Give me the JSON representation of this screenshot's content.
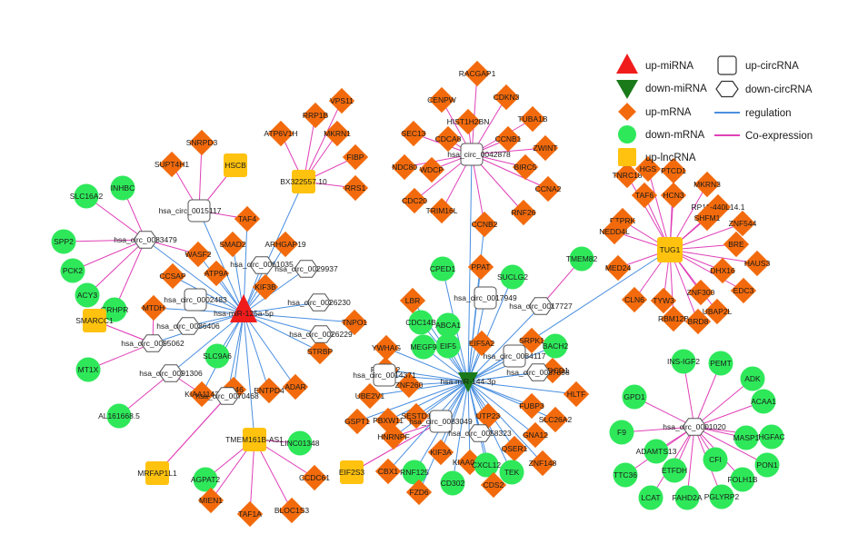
{
  "colors": {
    "regulation": "#4a8fe0",
    "coexpression": "#e040b8",
    "mrna_up": "#f26a0c",
    "mrna_down": "#2ee85a",
    "lnc_up": "#ffc20e",
    "mirna_up": "#f01c1c",
    "mirna_down": "#1a7a1a",
    "circ_stroke": "#555555"
  },
  "legend": {
    "items": [
      {
        "shape": "triangle-up",
        "label": "up-miRNA"
      },
      {
        "shape": "triangle-down",
        "label": "down-miRNA"
      },
      {
        "shape": "diamond",
        "label": "up-mRNA"
      },
      {
        "shape": "circle",
        "label": "down-mRNA"
      },
      {
        "shape": "square-fill",
        "label": "up-lncRNA"
      },
      {
        "shape": "square",
        "label": "up-circRNA"
      },
      {
        "shape": "hexagon",
        "label": "down-circRNA"
      },
      {
        "shape": "line-reg",
        "label": "regulation"
      },
      {
        "shape": "line-coexp",
        "label": "Co-expression"
      }
    ]
  },
  "network": {
    "mirnas": [
      {
        "id": "m125",
        "label": "hsa-miR-125a-5p",
        "type": "up"
      },
      {
        "id": "m144",
        "label": "hsa-miR-144-3p",
        "type": "down"
      }
    ],
    "circrnas": [
      {
        "id": "c0042878",
        "label": "hsa_circ_0042878",
        "type": "up",
        "mirna": "m144",
        "genes": [
          "SEC13",
          "CENPW",
          "RACGAP1",
          "CDKN3",
          "HIST1H2BN",
          "TUBA1B",
          "CCNB1",
          "CDCA8",
          "ZWINT",
          "BIRC5",
          "NDC80",
          "WDCP",
          "CCNA2",
          "CDC20",
          "TRIM16L",
          "RNF26",
          "CCNB2"
        ]
      },
      {
        "id": "c0015117",
        "label": "hsa_circ_0015117",
        "type": "up",
        "mirna": "m125",
        "genes": [
          "SUPT4H1",
          "SNRPD3",
          "HSCB",
          "TAF4"
        ]
      },
      {
        "id": "c0083479",
        "label": "hsa_circ_0083479",
        "type": "down",
        "mirna": "m125",
        "genes": [
          "SLC16A2",
          "INHBC",
          "SPP2",
          "PCK2",
          "ACY3",
          "GRHPR",
          "WASF2"
        ]
      },
      {
        "id": "c0061035",
        "label": "hsa_circ_0061035",
        "type": "down",
        "mirna": "m125",
        "genes": []
      },
      {
        "id": "c0029937",
        "label": "hsa_circ_0029937",
        "type": "down",
        "mirna": "m125",
        "genes": []
      },
      {
        "id": "c0026230",
        "label": "hsa_circ_0026230",
        "type": "down",
        "mirna": "m125",
        "genes": []
      },
      {
        "id": "c0026229",
        "label": "hsa_circ_0026229",
        "type": "down",
        "mirna": "m125",
        "genes": []
      },
      {
        "id": "c0002483",
        "label": "hsa_circ_0002483",
        "type": "up",
        "mirna": "m125",
        "genes": []
      },
      {
        "id": "c0036406",
        "label": "hsa_circ_0036406",
        "type": "down",
        "mirna": "m125",
        "genes": []
      },
      {
        "id": "c0095062",
        "label": "hsa_circ_0095062",
        "type": "down",
        "mirna": "m125",
        "genes": [
          "MT1X",
          "SMARCC1",
          "MTDH"
        ]
      },
      {
        "id": "c0091306",
        "label": "hsa_circ_0091306",
        "type": "down",
        "mirna": "m125",
        "genes": [
          "AL161668.5",
          "KIAA1143"
        ]
      },
      {
        "id": "c0070468",
        "label": "hsa_circ_0070468",
        "type": "down",
        "mirna": "m125",
        "genes": [
          "MRFAP1L1",
          "TMEM161B-AS1",
          "CD46"
        ]
      },
      {
        "id": "c0017949",
        "label": "hsa_circ_0017949",
        "type": "up",
        "mirna": "m144",
        "genes": []
      },
      {
        "id": "c0017727",
        "label": "hsa_circ_0017727",
        "type": "down",
        "mirna": "m144",
        "genes": [
          "TMEM82"
        ]
      },
      {
        "id": "c0014371",
        "label": "hsa_circ_0014371",
        "type": "up",
        "mirna": "m144",
        "genes": []
      },
      {
        "id": "c0084117",
        "label": "hsa_circ_0084117",
        "type": "up",
        "mirna": "m144",
        "genes": []
      },
      {
        "id": "c0087898",
        "label": "hsa_circ_0087898",
        "type": "down",
        "mirna": "m144",
        "genes": []
      },
      {
        "id": "c0083049",
        "label": "hsa_circ_0083049",
        "type": "up",
        "mirna": "m144",
        "genes": [
          "HNRNPF",
          "EIF2S3"
        ]
      },
      {
        "id": "c0058323",
        "label": "hsa_circ_0058323",
        "type": "down",
        "mirna": "m144",
        "genes": []
      },
      {
        "id": "c0001020",
        "label": "hsa_circ_0001020",
        "type": "down",
        "mirna": null,
        "genes": [
          "INS-IGF2",
          "PEMT",
          "ADK",
          "GPD1",
          "ACAA1",
          "HGFAC",
          "F9",
          "MASP1",
          "PON1",
          "ADAMTS13",
          "CFI",
          "FOLH1B",
          "TTC36",
          "ETFDH",
          "LCAT",
          "FAHD2A",
          "PGLYRP2"
        ]
      }
    ],
    "lncrnas": [
      {
        "id": "TUG1",
        "label": "TUG1",
        "mirna": "m144",
        "genes": [
          "TNRC18",
          "HGS",
          "PTCD1",
          "MKRN3",
          "TAF6",
          "HCN3",
          "RP11-440L14.1",
          "PTPRK",
          "SHFM1",
          "ZNF544",
          "NEDD4L",
          "BRE",
          "MED24",
          "DHX16",
          "HAUS3",
          "ZNF300",
          "EDC3",
          "CLN6",
          "TYW3",
          "UBAP2L",
          "RBM12B",
          "BRD8"
        ]
      },
      {
        "id": "BX322557",
        "label": "BX322557.10",
        "mirna": "m125",
        "genes": [
          "ATP6V1H",
          "RRP1B",
          "VPS11",
          "MKRN1",
          "FIBP",
          "RRS1"
        ]
      },
      {
        "id": "HSCB",
        "label": "HSCB",
        "mirna": null,
        "genes": []
      },
      {
        "id": "SMARCC1",
        "label": "SMARCC1",
        "mirna": null,
        "genes": []
      },
      {
        "id": "MRFAP1L1",
        "label": "MRFAP1L1",
        "mirna": null,
        "genes": []
      },
      {
        "id": "TMEM161B",
        "label": "TMEM161B-AS1",
        "mirna": "m125",
        "genes": [
          "LINC01348",
          "AGPAT2",
          "CCDC61",
          "MIEN1",
          "TAF1A",
          "BLOC1S3"
        ]
      },
      {
        "id": "EIF2S3",
        "label": "EIF2S3",
        "mirna": null,
        "genes": []
      }
    ],
    "mirna_targets": {
      "m125": [
        "TAF4",
        "SMAD2",
        "ARHGAP19",
        "WASF2",
        "ATP9A",
        "KIF3B",
        "CCSAP",
        "MTDH",
        "STRBP",
        "TNPO1",
        "SLC9A6",
        "CD46",
        "ENTPD4",
        "ADAR",
        "KIAA1143"
      ],
      "m144": [
        "LBR",
        "CPED1",
        "PPAT",
        "SUCLG2",
        "CDC14B",
        "ABCA1",
        "EIF5",
        "MEGF9",
        "YWHAG",
        "EIF5A2",
        "SRPK1",
        "BACH2",
        "NUDCD1",
        "FBXO32",
        "ZNF260",
        "HLTF",
        "FUBP3",
        "UBE2V1",
        "SLC26A2",
        "PBXW11",
        "SESTD1",
        "GNA12",
        "GSPT1",
        "UTP23",
        "QSER1",
        "HNRNPF",
        "ZNF148",
        "KIF3A",
        "CBX1",
        "RNF125",
        "KIAA0232",
        "CXCL12",
        "TEK",
        "FZD6",
        "CD302",
        "CDS2",
        "CCNB2"
      ]
    }
  },
  "gene_types": {
    "down": [
      "SLC16A2",
      "INHBC",
      "SPP2",
      "PCK2",
      "ACY3",
      "GRHPR",
      "MT1X",
      "AL161668.5",
      "SLC9A6",
      "LINC01348",
      "AGPAT2",
      "CPED1",
      "SUCLG2",
      "TMEM82",
      "CDC14B",
      "ABCA1",
      "EIF5",
      "MEGF9",
      "BACH2",
      "RNF125",
      "CXCL12",
      "TEK",
      "CD302",
      "INS-IGF2",
      "PEMT",
      "ADK",
      "GPD1",
      "ACAA1",
      "HGFAC",
      "F9",
      "MASP1",
      "PON1",
      "ADAMTS13",
      "CFI",
      "FOLH1B",
      "TTC36",
      "ETFDH",
      "LCAT",
      "FAHD2A",
      "PGLYRP2"
    ],
    "lnc": [
      "HSCB",
      "SMARCC1",
      "MRFAP1L1",
      "TMEM161B-AS1",
      "EIF2S3",
      "TUG1",
      "BX322557.10"
    ]
  }
}
